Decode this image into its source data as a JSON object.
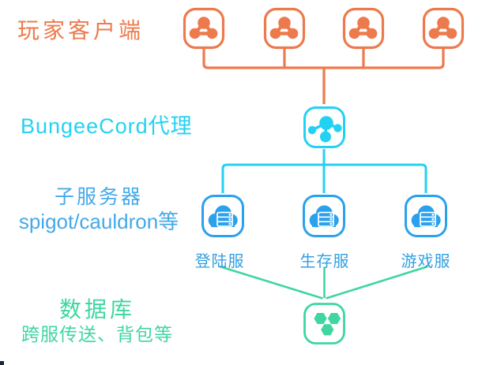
{
  "labels": {
    "player_clients": "玩家客户端",
    "bungeecord_proxy": "BungeeCord代理",
    "subservers_title": "子服务器",
    "subservers_subtitle": "spigot/cauldron等",
    "database_title": "数据库",
    "database_subtitle": "跨服传送、背包等"
  },
  "servers": [
    {
      "label": "登陆服"
    },
    {
      "label": "生存服"
    },
    {
      "label": "游戏服"
    }
  ],
  "nodes": {
    "client_count": 4,
    "proxy_count": 1,
    "server_count": 3,
    "database_count": 1
  },
  "icons": {
    "client": "network-nodes-icon",
    "proxy": "hub-icon",
    "server": "cloud-server-icon",
    "database": "hexagon-cluster-icon"
  },
  "colors": {
    "orange": "#ED7A4C",
    "cyan": "#23D2F2",
    "blue": "#2BA1EC",
    "blue_text": "#45A9E8",
    "blue_label": "#339FE2",
    "green": "#3FD6A0"
  }
}
